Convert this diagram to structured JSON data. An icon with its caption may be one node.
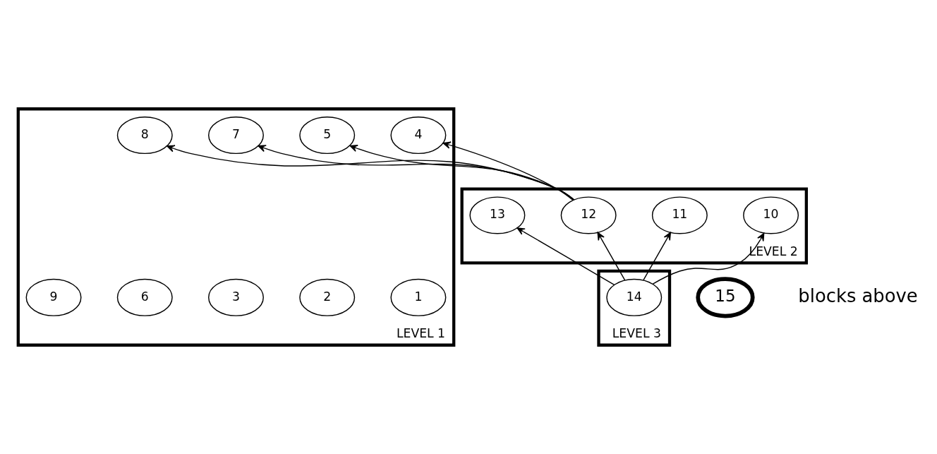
{
  "diagram": {
    "nodes": [
      {
        "text": [
          "LEVEL 1"
        ]
      },
      {
        "text": [
          "1"
        ],
        "in": 0
      },
      {
        "text": [
          "2"
        ],
        "in": 0
      },
      {
        "text": [
          "3"
        ],
        "in": 0
      },
      {
        "text": [
          "4"
        ],
        "in": 0
      },
      {
        "text": [
          "5"
        ],
        "in": 0
      },
      {
        "text": [
          "6"
        ],
        "in": 0
      },
      {
        "text": [
          "7"
        ],
        "in": 0
      },
      {
        "text": [
          "8"
        ],
        "in": 0
      },
      {
        "text": [
          "9"
        ],
        "in": 0
      },
      {
        "text": [
          "LEVEL 2"
        ]
      },
      {
        "text": [
          "10"
        ],
        "in": 10
      },
      {
        "text": [
          "11"
        ],
        "in": 10
      },
      {
        "text": [
          "12"
        ],
        "in": 10
      },
      {
        "text": [
          "13"
        ],
        "in": 10
      },
      {
        "text": [
          "LEVEL 3"
        ]
      },
      {
        "text": [
          "14"
        ],
        "in": 15
      },
      {
        "text": [
          "15"
        ]
      }
    ],
    "edges": [
      {
        "from": 13,
        "to": 7,
        "arrow": "to"
      },
      {
        "from": 13,
        "to": 4,
        "arrow": "to"
      },
      {
        "from": 13,
        "to": 8,
        "arrow": "to"
      },
      {
        "from": 13,
        "to": 5,
        "arrow": "to"
      },
      {
        "from": 16,
        "to": 13,
        "arrow": "to"
      },
      {
        "from": 16,
        "to": 11,
        "arrow": "to"
      },
      {
        "from": 16,
        "to": 14,
        "arrow": "to"
      },
      {
        "from": 16,
        "to": 12,
        "arrow": "to"
      }
    ],
    "labels": [
      "blocks above"
    ]
  }
}
